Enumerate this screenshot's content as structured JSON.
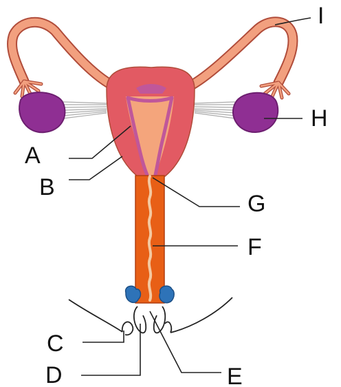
{
  "labels": {
    "A": "A",
    "B": "B",
    "C": "C",
    "D": "D",
    "E": "E",
    "F": "F",
    "G": "G",
    "H": "H",
    "I": "I"
  },
  "colors": {
    "uterus_wall": "#e25a63",
    "uterus_inner": "#f4a57c",
    "endometrium": "#c0579a",
    "tube": "#f2a07f",
    "tube_outline": "#b04c3a",
    "ovary": "#8f2f93",
    "ovary_dark": "#6d1f70",
    "vagina": "#e85f16",
    "vagina_outline": "#b13f10",
    "glands": "#2e73b8",
    "ligament": "#aaaaaa"
  }
}
